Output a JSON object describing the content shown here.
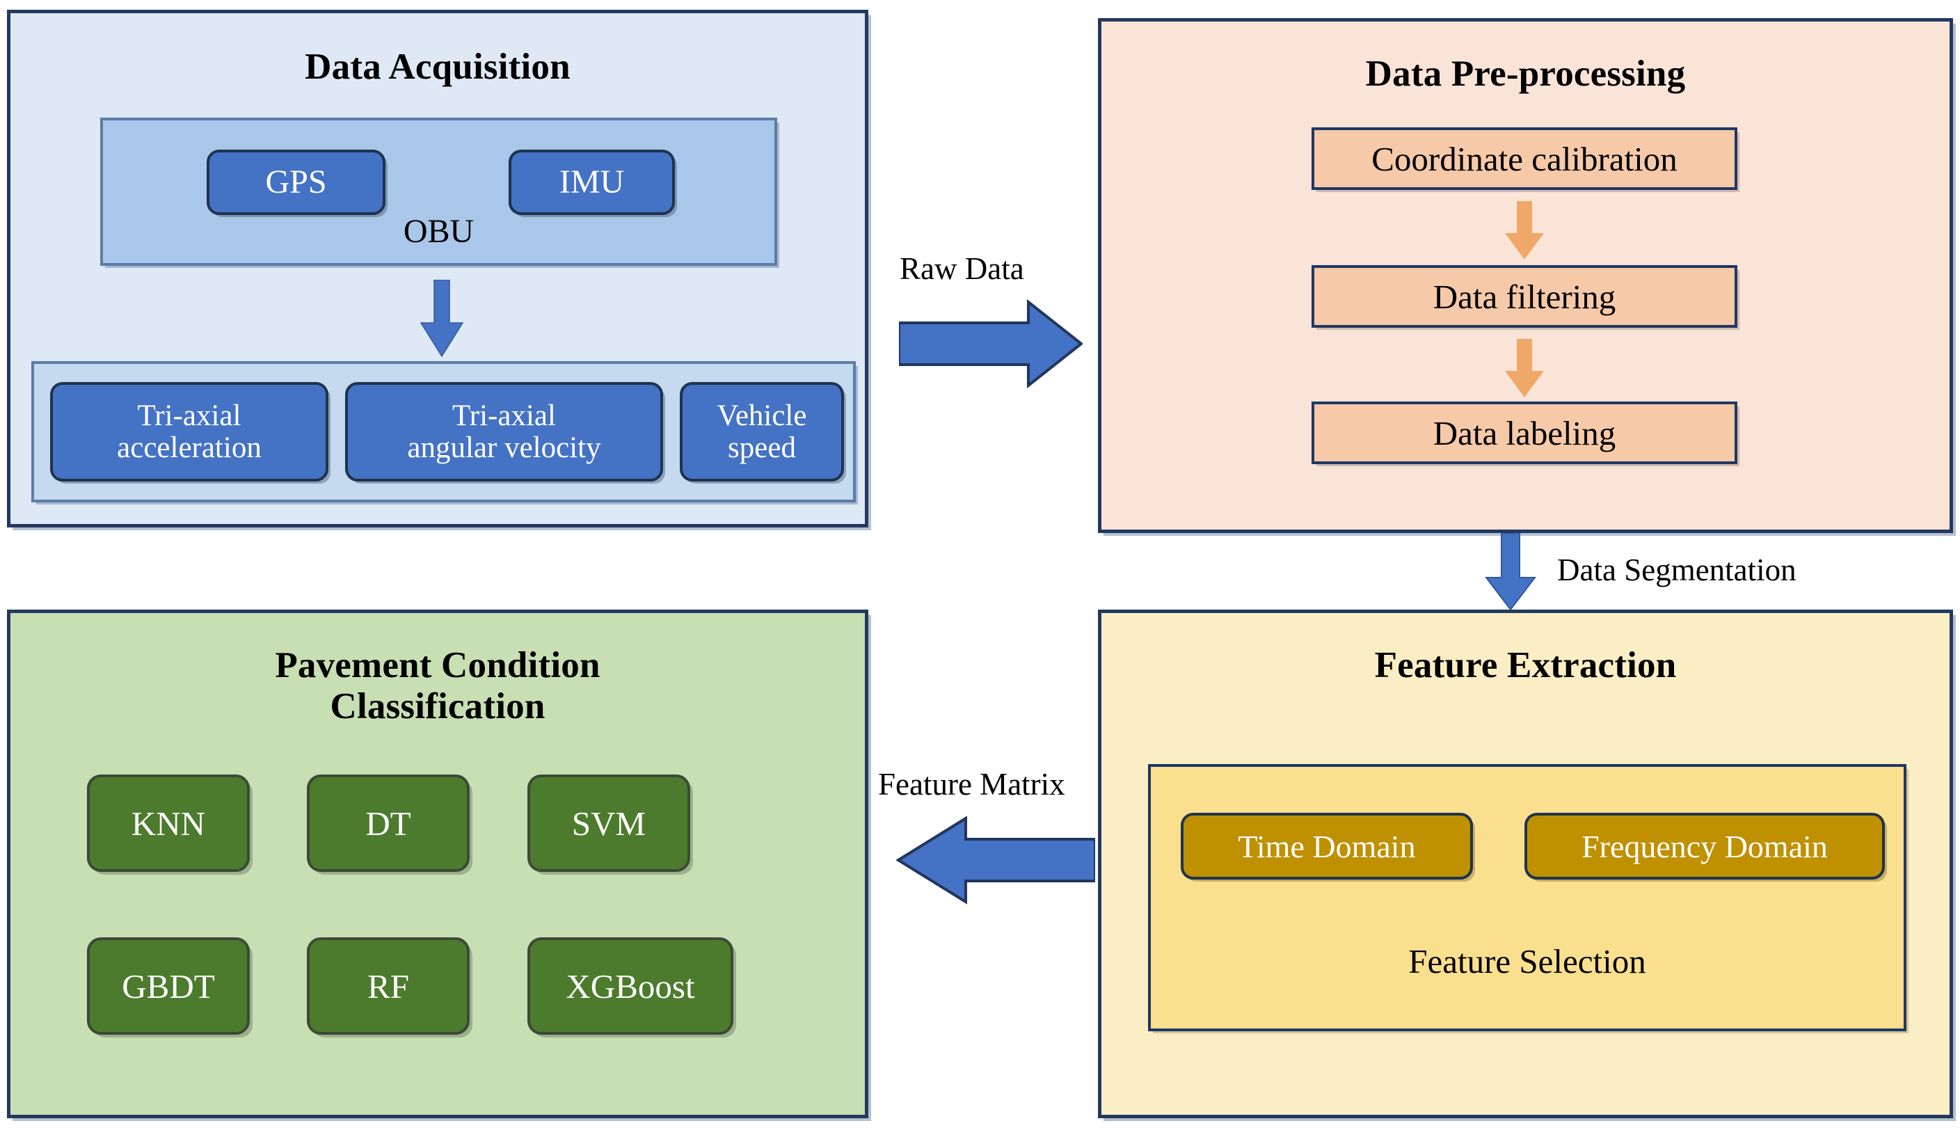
{
  "figure": {
    "kind": "flowchart",
    "orientation": "2x2-grid-cycle"
  },
  "colors": {
    "panel_border": "#23395e",
    "acquisition_bg": "#dfe9f5",
    "acquisition_inner_bg": "#a9c7e8",
    "acquisition_sensor_bg": "#c5daef",
    "blue_pill": "#4472c4",
    "preprocessing_bg": "#fae4d8",
    "preprocessing_box": "#f6c9a8",
    "orange_arrow": "#f0a868",
    "classification_bg": "#c8dfb4",
    "green_pill": "#4c7b2d",
    "extraction_bg": "#fbeec4",
    "extraction_inner_bg": "#fadf8f",
    "gold_pill": "#bf9000",
    "blue_arrow": "#4472c4"
  },
  "acquisition": {
    "title": "Data Acquisition",
    "obu_label": "OBU",
    "obu_sensors": [
      {
        "label": "GPS"
      },
      {
        "label": "IMU"
      }
    ],
    "data_streams": [
      {
        "label": "Tri-axial\nacceleration"
      },
      {
        "label": "Tri-axial\nangular velocity"
      },
      {
        "label": "Vehicle\nspeed"
      }
    ],
    "internal_arrow": "arrow-down-icon"
  },
  "preprocessing": {
    "title": "Data Pre-processing",
    "steps": [
      {
        "label": "Coordinate calibration"
      },
      {
        "label": "Data filtering"
      },
      {
        "label": "Data labeling"
      }
    ],
    "internal_arrows": [
      "arrow-down-icon",
      "arrow-down-icon"
    ]
  },
  "extraction": {
    "title": "Feature Extraction",
    "selection_label": "Feature Selection",
    "domains": [
      {
        "label": "Time Domain"
      },
      {
        "label": "Frequency Domain"
      }
    ]
  },
  "classification": {
    "title": "Pavement Condition\nClassification",
    "title_line1": "Pavement Condition",
    "title_line2": "Classification",
    "models": [
      {
        "label": "KNN"
      },
      {
        "label": "DT"
      },
      {
        "label": "SVM"
      },
      {
        "label": "GBDT"
      },
      {
        "label": "RF"
      },
      {
        "label": "XGBoost"
      }
    ]
  },
  "connectors": [
    {
      "id": "raw-data",
      "label": "Raw Data",
      "direction": "right",
      "from": "Data Acquisition",
      "to": "Data Pre-processing"
    },
    {
      "id": "data-segmentation",
      "label": "Data Segmentation",
      "direction": "down",
      "from": "Data Pre-processing",
      "to": "Feature Extraction"
    },
    {
      "id": "feature-matrix",
      "label": "Feature Matrix",
      "direction": "left",
      "from": "Feature Extraction",
      "to": "Pavement Condition Classification"
    }
  ]
}
